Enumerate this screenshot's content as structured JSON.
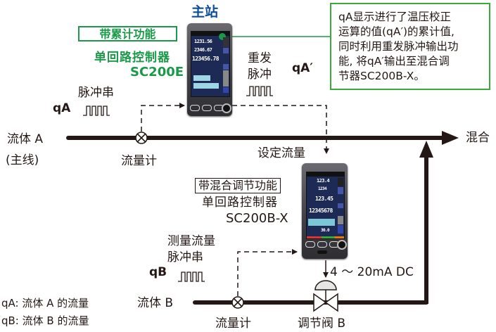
{
  "master": {
    "title": "主站",
    "function_label": "带累计功能",
    "device_name": "单回路控制器",
    "model": "SC200E",
    "screen": {
      "values": [
        "1231.56",
        "2346.67",
        "123456.78"
      ]
    }
  },
  "slave": {
    "function_label": "带混合调节功能",
    "device_name": "单回路控制器",
    "model": "SC200B-X",
    "screen": {
      "values": [
        "123.4",
        "1234",
        "123.45",
        "12345678",
        "30.0"
      ]
    }
  },
  "note_box": {
    "lines": [
      "qA显示进行了温压校正",
      "运算的值(qA′)的累计值,",
      "同时利用重发脉冲输出功",
      "能, 将qA′输出至混合调",
      "节器SC200B-X。"
    ]
  },
  "labels": {
    "pulse_train_a": "脉冲串",
    "qa": "qA",
    "retransmit_pulse_line1": "重发",
    "retransmit_pulse_line2": "脉冲",
    "qa_prime": "qA′",
    "fluid_a_line1": "流体 A",
    "fluid_a_line2": "(主线)",
    "flowmeter_a": "流量计",
    "mix": "混合",
    "setpoint_flow": "设定流量",
    "measured_flow_line1": "测量流量",
    "measured_flow_line2": "脉冲串",
    "qb": "qB",
    "signal": "4 ～ 20mA DC",
    "fluid_b": "流体 B",
    "flowmeter_b": "流量计",
    "control_valve_b": "调节阀 B"
  },
  "legend": [
    {
      "symbol": "qA:",
      "text": "流体 A 的流量"
    },
    {
      "symbol": "qB:",
      "text": "流体 B 的流量"
    }
  ],
  "colors": {
    "green": "#1a9a48",
    "blue": "#0b4f9c",
    "line": "#231815"
  }
}
